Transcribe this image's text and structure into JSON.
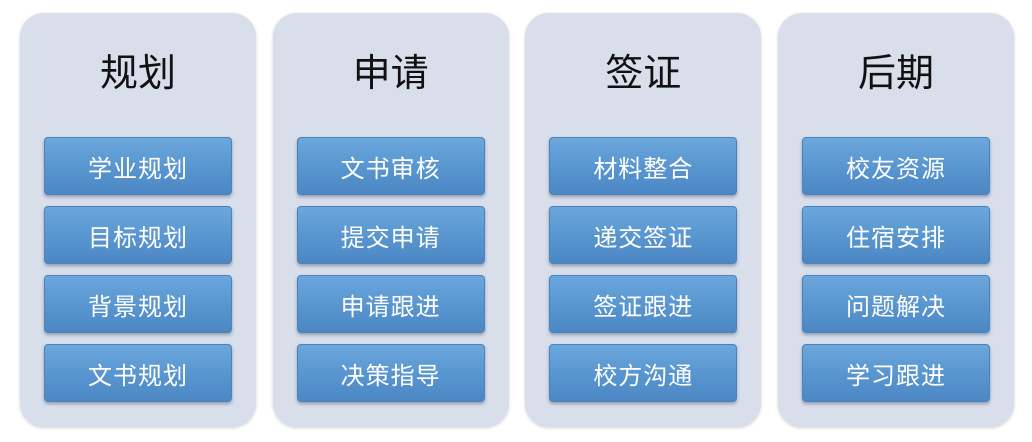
{
  "columns": [
    {
      "title": "规划",
      "items": [
        "学业规划",
        "目标规划",
        "背景规划",
        "文书规划"
      ]
    },
    {
      "title": "申请",
      "items": [
        "文书审核",
        "提交申请",
        "申请跟进",
        "决策指导"
      ]
    },
    {
      "title": "签证",
      "items": [
        "材料整合",
        "递交签证",
        "签证跟进",
        "校方沟通"
      ]
    },
    {
      "title": "后期",
      "items": [
        "校友资源",
        "住宿安排",
        "问题解决",
        "学习跟进"
      ]
    }
  ],
  "colors": {
    "panel": "#d8deea",
    "box": "#5895cf",
    "box_text": "#ffffff",
    "title_text": "#111111"
  }
}
